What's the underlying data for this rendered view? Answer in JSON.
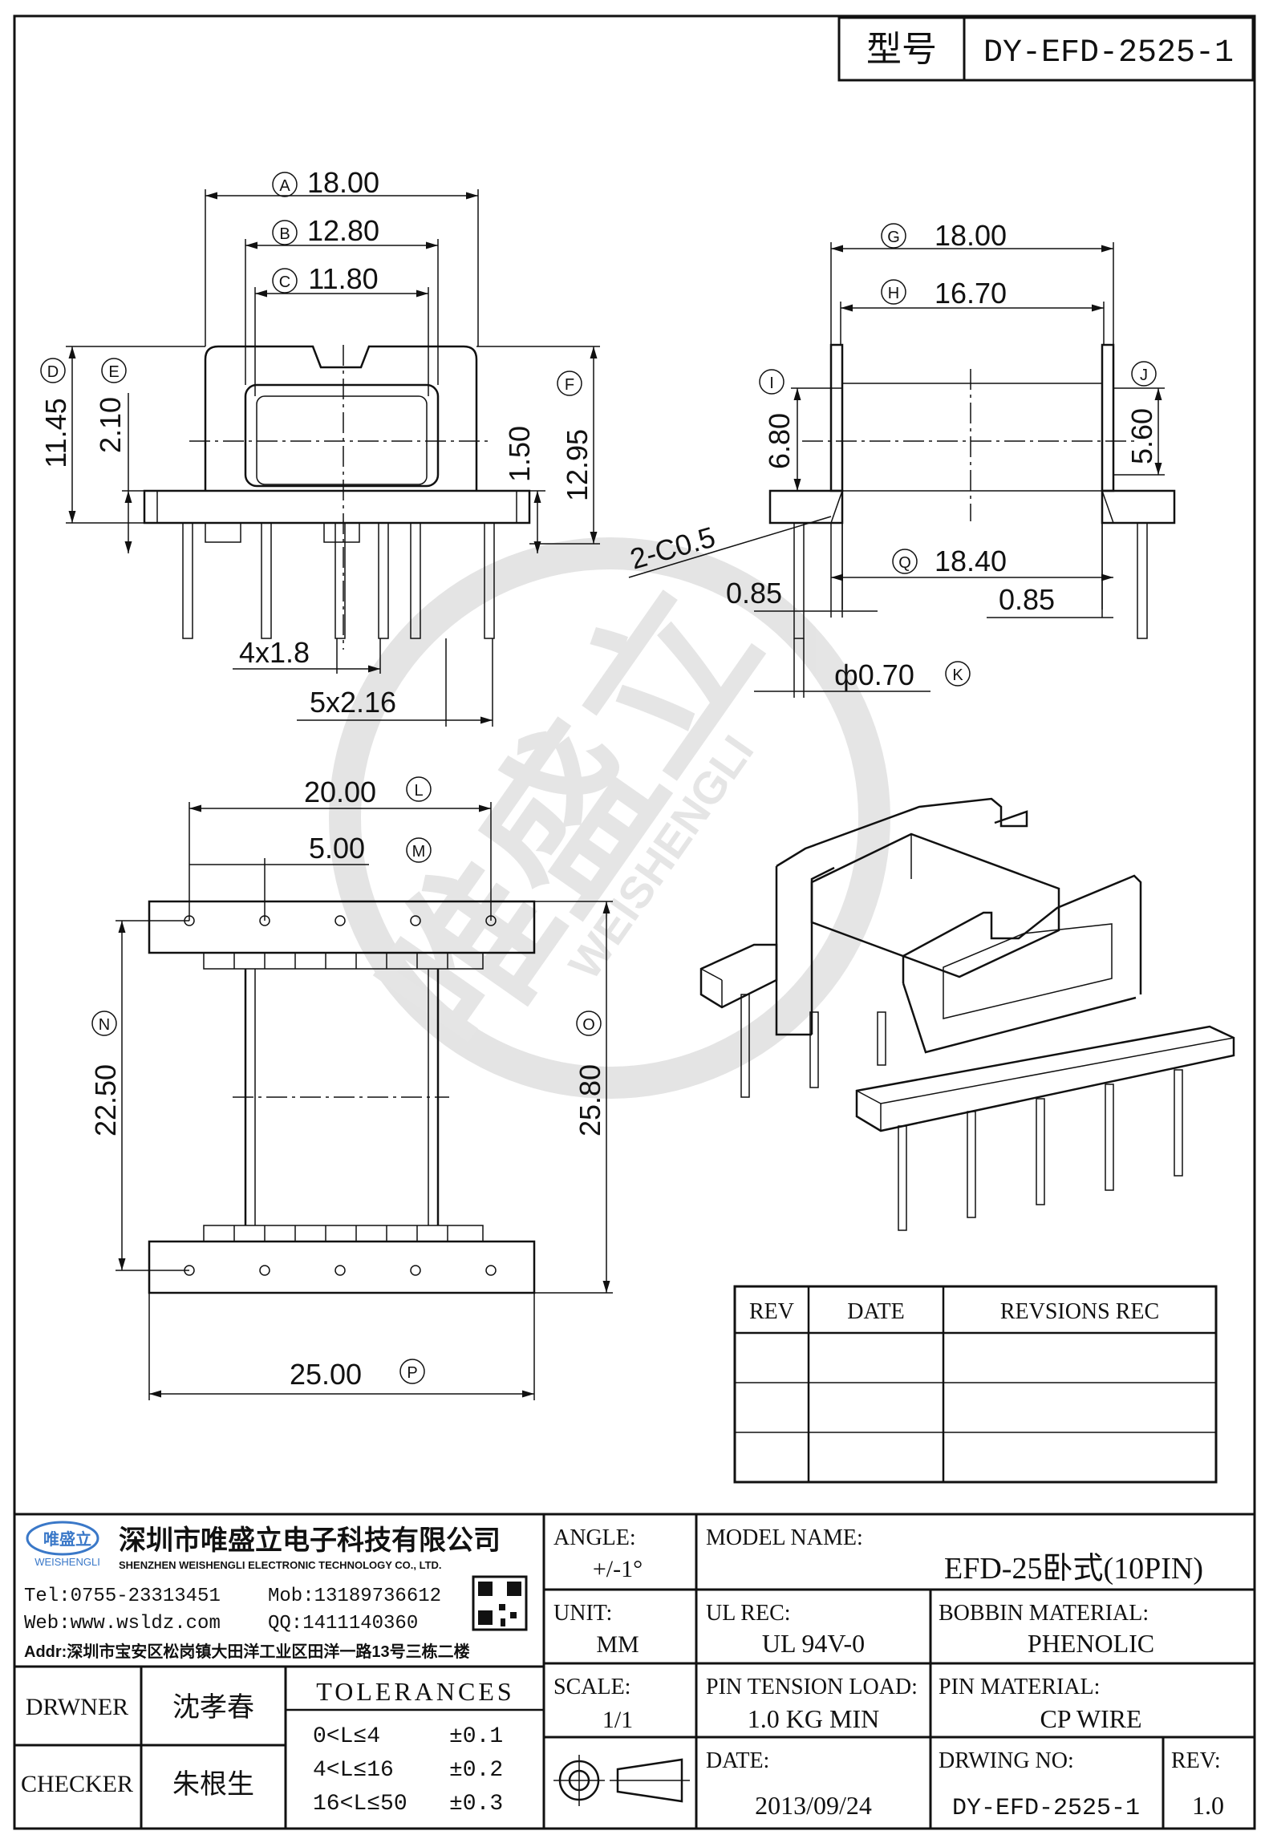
{
  "title_block": {
    "model_label": "型号",
    "model_value": "DY-EFD-2525-1"
  },
  "dimensions": {
    "A": "18.00",
    "B": "12.80",
    "C": "11.80",
    "D": "11.45",
    "E": "2.10",
    "F": "12.95",
    "small_gap": "1.50",
    "pin_pitch_a": "4x1.8",
    "pin_pitch_b": "5x2.16",
    "G": "18.00",
    "H": "16.70",
    "I": "6.80",
    "J": "5.60",
    "chamfer": "2-C0.5",
    "Q": "18.40",
    "left_offset": "0.85",
    "right_offset": "0.85",
    "K": "ф0.70",
    "L": "20.00",
    "M": "5.00",
    "N": "22.50",
    "O": "25.80",
    "P": "25.00"
  },
  "dim_letters": [
    "A",
    "B",
    "C",
    "D",
    "E",
    "F",
    "G",
    "H",
    "I",
    "J",
    "Q",
    "K",
    "L",
    "M",
    "N",
    "O",
    "P"
  ],
  "watermark": {
    "brand": "唯盛立",
    "latin": "WEISHENGLI"
  },
  "revisions": {
    "headers": [
      "REV",
      "DATE",
      "REVSIONS REC"
    ],
    "rows": [
      [
        "",
        "",
        ""
      ],
      [
        "",
        "",
        ""
      ],
      [
        "",
        "",
        ""
      ]
    ]
  },
  "company": {
    "logo_text": "唯盛立",
    "logo_sub": "WEISHENGLI",
    "name_cn": "深圳市唯盛立电子科技有限公司",
    "name_en": "SHENZHEN WEISHENGLI ELECTRONIC TECHNOLOGY CO., LTD.",
    "tel": "Tel:0755-23313451",
    "mob": "Mob:13189736612",
    "web": "Web:www.wsldz.com",
    "qq": "QQ:1411140360",
    "addr": "Addr:深圳市宝安区松岗镇大田洋工业区田洋一路13号三栋二楼"
  },
  "info": {
    "angle_label": "ANGLE:",
    "angle_value": "+/-1°",
    "model_name_label": "MODEL NAME:",
    "model_name_value": "EFD-25卧式(10PIN)",
    "unit_label": "UNIT:",
    "unit_value": "MM",
    "ul_label": "UL REC:",
    "ul_value": "UL 94V-0",
    "bobbin_label": "BOBBIN MATERIAL:",
    "bobbin_value": "PHENOLIC",
    "scale_label": "SCALE:",
    "scale_value": "1/1",
    "pin_tension_label": "PIN TENSION LOAD:",
    "pin_tension_value": "1.0 KG MIN",
    "pin_material_label": "PIN MATERIAL:",
    "pin_material_value": "CP WIRE",
    "date_label": "DATE:",
    "date_value": "2013/09/24",
    "drawing_no_label": "DRWING NO:",
    "drawing_no_value": "DY-EFD-2525-1",
    "rev_label": "REV:",
    "rev_value": "1.0"
  },
  "people": {
    "drawer_label": "DRWNER",
    "drawer_name": "沈孝春",
    "checker_label": "CHECKER",
    "checker_name": "朱根生"
  },
  "tolerances": {
    "title": "TOLERANCES",
    "rows": [
      [
        "0<L≤4",
        "±0.1"
      ],
      [
        "4<L≤16",
        "±0.2"
      ],
      [
        "16<L≤50",
        "±0.3"
      ]
    ]
  }
}
